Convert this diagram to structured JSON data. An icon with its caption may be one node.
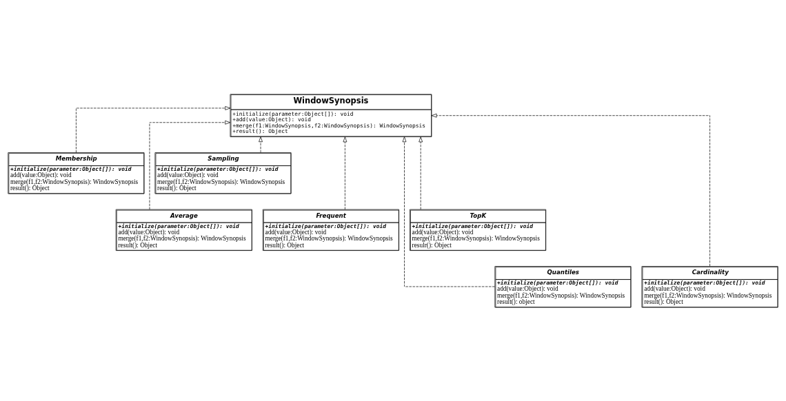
{
  "diagram": {
    "nodes": [
      {
        "text": [
          "WindowSynopsis",
          "+initialize(parameter:Object[]): void",
          "+add(value:Object): void",
          "+merge(f1:WindowSynopsis,f2:WindowSynopsis): WindowSynopsis",
          "+result(): Object"
        ]
      },
      {
        "text": [
          "Membership",
          "+initialize(parameter:Object[]): void",
          "add(value:Object): void",
          "merge(f1,f2:WindowSynopsis): WindowSynopsis",
          "result(): Object"
        ]
      },
      {
        "text": [
          "Sampling",
          "+initialize(parameter:Object[]): void",
          "add(value:Object): void",
          "merge(f1,f2:WindowSynopsis): WindowSynopsis",
          "result(): Object"
        ]
      },
      {
        "text": [
          "Average",
          "+initialize(parameter:Object[]): void",
          "add(value:Object): void",
          "merge(f1,f2:WindowSynopsis): WindowSynopsis",
          "result(): Object"
        ]
      },
      {
        "text": [
          "Frequent",
          "+initialize(parameter:Object[]): void",
          "add(value:Object): void",
          "merge(f1,f2:WindowSynopsis): WindowSynopsis",
          "result(): Object"
        ]
      },
      {
        "text": [
          "TopK",
          "+initialize(parameter:Object[]): void",
          "add(value:Object): void",
          "merge(f1,f2:WindowSynopsis): WindowSynopsis",
          "resulr(): Object"
        ]
      },
      {
        "text": [
          "Quantiles",
          "+initialize(parameter:Object[]): void",
          "add(value:Object): void",
          "merge(f1,f2:WindowSynopsis): WindowSynopsis",
          "result(): object"
        ]
      },
      {
        "text": [
          "Cardinality",
          "+initialize(parameter:Object[]): void",
          "add(value:Object): void",
          "merge(f1,f2:WindowSynopsis): WindowSynopsis",
          "result(): Object"
        ]
      }
    ],
    "edges": [
      {
        "from": 1,
        "to": 0,
        "arrow": "to",
        "style": "dashed"
      },
      {
        "from": 2,
        "to": 0,
        "arrow": "to",
        "style": "dashed"
      },
      {
        "from": 3,
        "to": 0,
        "arrow": "to",
        "style": "dashed"
      },
      {
        "from": 4,
        "to": 0,
        "arrow": "to",
        "style": "dashed"
      },
      {
        "from": 5,
        "to": 0,
        "arrow": "to",
        "style": "dashed"
      },
      {
        "from": 6,
        "to": 0,
        "arrow": "to",
        "style": "dashed"
      },
      {
        "from": 7,
        "to": 0,
        "arrow": "to",
        "style": "dashed"
      }
    ]
  }
}
